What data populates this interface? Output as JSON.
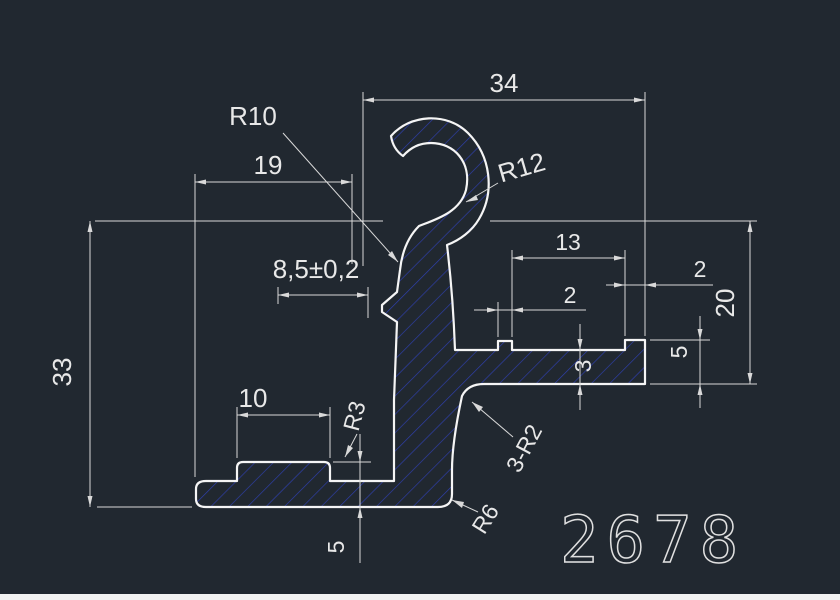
{
  "drawing": {
    "part_number": "2678",
    "background_color": "#212830",
    "line_color": "#d9d9d9",
    "profile_outline_color": "#f5f5f5",
    "hatch_color": "#2e3fae",
    "labels": {
      "top_width": "34",
      "hook_inner_radius": "R10",
      "hook_width": "19",
      "hook_outer_radius": "R12",
      "slot_width": "13",
      "tab_width": "2",
      "lip_width": "2",
      "opening_width": "8,5±0,2",
      "total_height": "33",
      "right_height": "20",
      "lip_height": "5",
      "arm_thickness": "3",
      "pad_width": "10",
      "pad_corner_radius": "R3",
      "inner_fillet": "3-R2",
      "outer_corner_radius": "R6",
      "base_thickness": "5"
    }
  }
}
